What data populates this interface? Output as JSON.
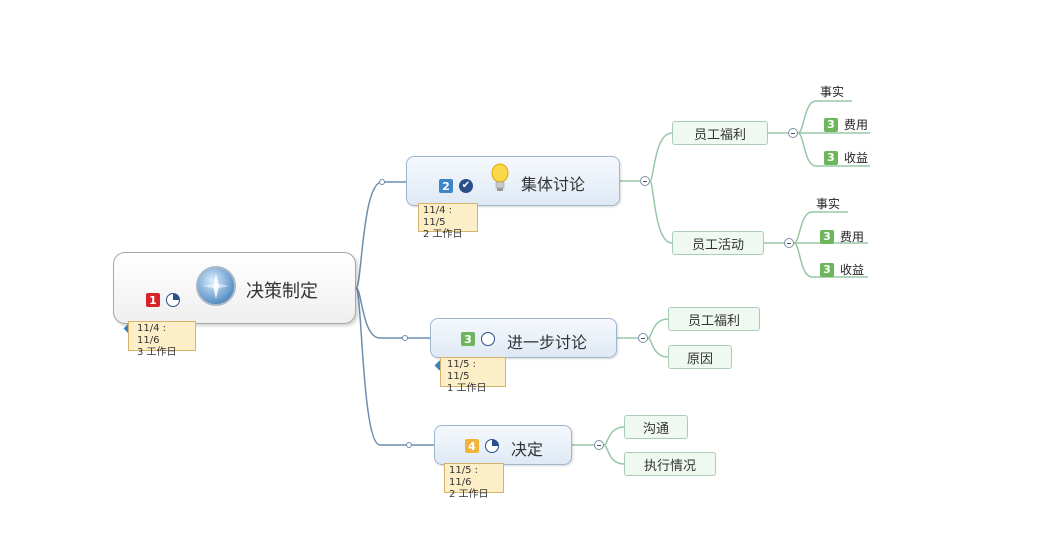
{
  "central": {
    "title": "决策制定",
    "priority": "1",
    "date_range": "11/4 : 11/6",
    "duration": "3 工作日"
  },
  "branches": [
    {
      "title": "集体讨论",
      "priority": "2",
      "date_range": "11/4 : 11/5",
      "duration": "2 工作日",
      "children": [
        {
          "label": "员工福利",
          "leaves": [
            "事实",
            "费用",
            "收益"
          ],
          "leaf_badges": [
            "",
            "3",
            "3"
          ]
        },
        {
          "label": "员工活动",
          "leaves": [
            "事实",
            "费用",
            "收益"
          ],
          "leaf_badges": [
            "",
            "3",
            "3"
          ]
        }
      ]
    },
    {
      "title": "进一步讨论",
      "priority": "3",
      "date_range": "11/5 : 11/5",
      "duration": "1 工作日",
      "children": [
        {
          "label": "员工福利"
        },
        {
          "label": "原因"
        }
      ]
    },
    {
      "title": "决定",
      "priority": "4",
      "date_range": "11/5 : 11/6",
      "duration": "2 工作日",
      "children": [
        {
          "label": "沟通"
        },
        {
          "label": "执行情况"
        }
      ]
    }
  ],
  "colors": {
    "priority_1": "#d9232a",
    "priority_2": "#3f86c9",
    "priority_3": "#6db65b",
    "priority_4": "#f0b43a",
    "line": "#6e8eb0",
    "sub_line": "#96c8a6"
  }
}
